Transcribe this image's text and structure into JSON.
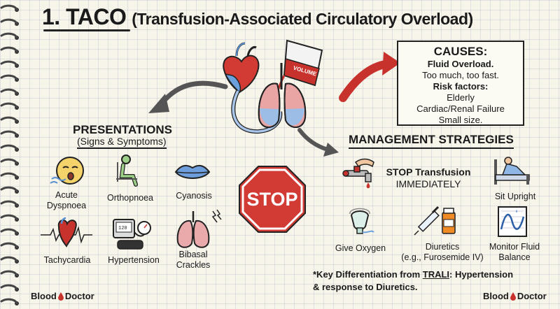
{
  "title": {
    "number": "1. TACO",
    "subtitle": "(Transfusion-Associated Circulatory Overload)"
  },
  "bag_label": "VOLUME",
  "causes": {
    "heading": "CAUSES:",
    "fluid_heading": "Fluid Overload.",
    "fluid_detail": "Too much, too fast.",
    "risk_heading": "Risk factors:",
    "risks": [
      "Elderly",
      "Cardiac/Renal Failure",
      "Small size."
    ]
  },
  "presentations": {
    "heading": "PRESENTATIONS",
    "subheading": "(Signs & Symptoms)",
    "items": [
      {
        "label_1": "Acute",
        "label_2": "Dyspnoea",
        "icon": "dyspnoea-face-icon"
      },
      {
        "label_1": "Orthopnoea",
        "label_2": "",
        "icon": "sitting-person-icon"
      },
      {
        "label_1": "Cyanosis",
        "label_2": "",
        "icon": "blue-lips-icon"
      },
      {
        "label_1": "Tachycardia",
        "label_2": "",
        "icon": "heart-icon"
      },
      {
        "label_1": "Hypertension",
        "label_2": "",
        "icon": "bp-monitor-icon"
      },
      {
        "label_1": "Bibasal",
        "label_2": "Crackles",
        "icon": "lungs-icon"
      }
    ]
  },
  "stop_sign": "STOP",
  "management": {
    "heading": "MANAGEMENT STRATEGIES",
    "stop_line_1": "STOP Transfusion",
    "stop_line_2": "IMMEDIATELY",
    "sit_upright": "Sit Upright",
    "give_oxygen": "Give Oxygen",
    "diuretics_1": "Diuretics",
    "diuretics_2": "(e.g., Furosemide IV)",
    "monitor_1": "Monitor Fluid",
    "monitor_2": "Balance"
  },
  "note": {
    "prefix": "*Key Differentiation from ",
    "trali": "TRALI",
    "suffix": ": Hypertension",
    "line2": "& response to Diuretics."
  },
  "brand": {
    "left": "Blood",
    "right": "Doctor"
  },
  "colors": {
    "red": "#c8322c",
    "blue": "#5a8fd0",
    "arrow_gray": "#555555"
  }
}
